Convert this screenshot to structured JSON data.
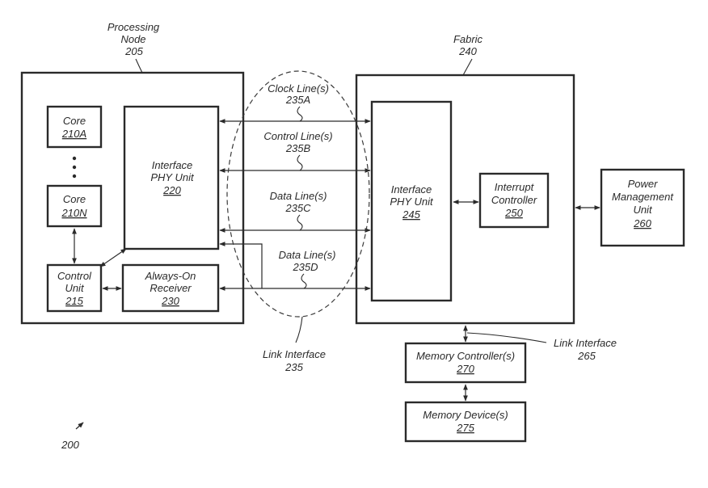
{
  "processing_node": {
    "title": "Processing",
    "title2": "Node",
    "num": "205"
  },
  "fabric": {
    "title": "Fabric",
    "num": "240"
  },
  "core_a": {
    "label": "Core",
    "num": "210A"
  },
  "core_n": {
    "label": "Core",
    "num": "210N"
  },
  "phy_220": {
    "line1": "Interface",
    "line2": "PHY Unit",
    "num": "220"
  },
  "control_unit": {
    "line1": "Control",
    "line2": "Unit",
    "num": "215"
  },
  "always_on": {
    "line1": "Always-On",
    "line2": "Receiver",
    "num": "230"
  },
  "lines": {
    "clock": {
      "label": "Clock Line(s)",
      "num": "235A"
    },
    "control": {
      "label": "Control Line(s)",
      "num": "235B"
    },
    "data_c": {
      "label": "Data Line(s)",
      "num": "235C"
    },
    "data_d": {
      "label": "Data Line(s)",
      "num": "235D"
    }
  },
  "phy_245": {
    "line1": "Interface",
    "line2": "PHY Unit",
    "num": "245"
  },
  "interrupt": {
    "line1": "Interrupt",
    "line2": "Controller",
    "num": "250"
  },
  "power": {
    "line1": "Power",
    "line2": "Management",
    "line3": "Unit",
    "num": "260"
  },
  "link_235": {
    "label": "Link Interface",
    "num": "235"
  },
  "link_265": {
    "label": "Link Interface",
    "num": "265"
  },
  "memctl": {
    "label": "Memory Controller(s)",
    "num": "270"
  },
  "memdev": {
    "label": "Memory Device(s)",
    "num": "275"
  },
  "figure_num": "200"
}
